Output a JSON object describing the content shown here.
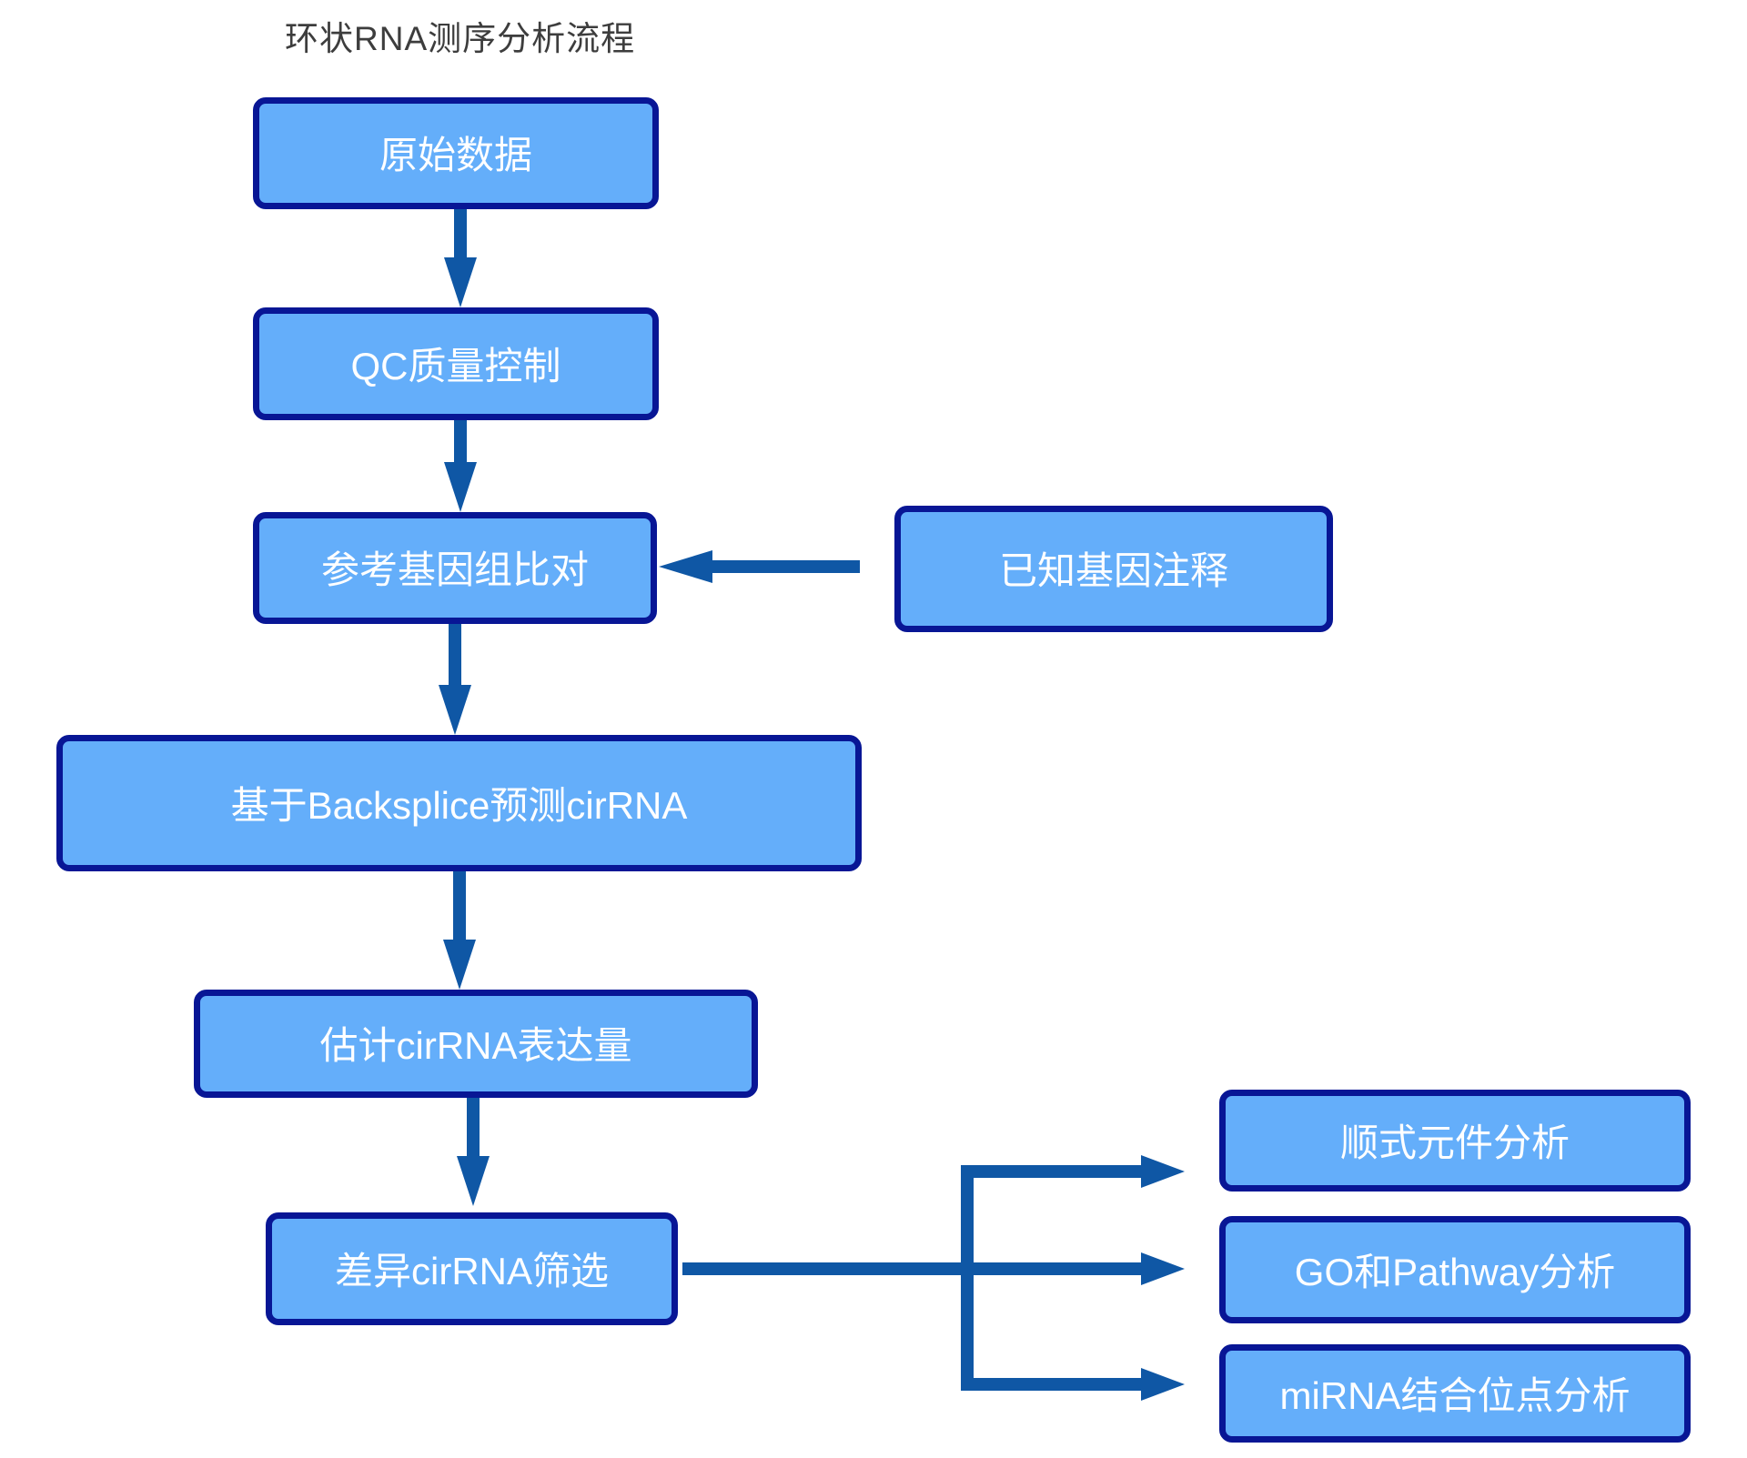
{
  "title": "环状RNA测序分析流程",
  "nodes": {
    "raw_data": "原始数据",
    "qc": "QC质量控制",
    "align": "参考基因组比对",
    "annotation": "已知基因注释",
    "backsplice": "基于Backsplice预测cirRNA",
    "expression": "估计cirRNA表达量",
    "diff": "差异cirRNA筛选",
    "cis": "顺式元件分析",
    "go_pathway": "GO和Pathway分析",
    "mirna": "miRNA结合位点分析"
  },
  "edges": [
    {
      "from": "raw_data",
      "to": "qc"
    },
    {
      "from": "qc",
      "to": "align"
    },
    {
      "from": "annotation",
      "to": "align"
    },
    {
      "from": "align",
      "to": "backsplice"
    },
    {
      "from": "backsplice",
      "to": "expression"
    },
    {
      "from": "expression",
      "to": "diff"
    },
    {
      "from": "diff",
      "to": "cis"
    },
    {
      "from": "diff",
      "to": "go_pathway"
    },
    {
      "from": "diff",
      "to": "mirna"
    }
  ],
  "colors": {
    "node_fill": "#64aefa",
    "node_border": "#081695",
    "arrow": "#0f57a5",
    "title_text": "#3d3d3d",
    "node_text": "#ffffff",
    "background": "#ffffff"
  }
}
